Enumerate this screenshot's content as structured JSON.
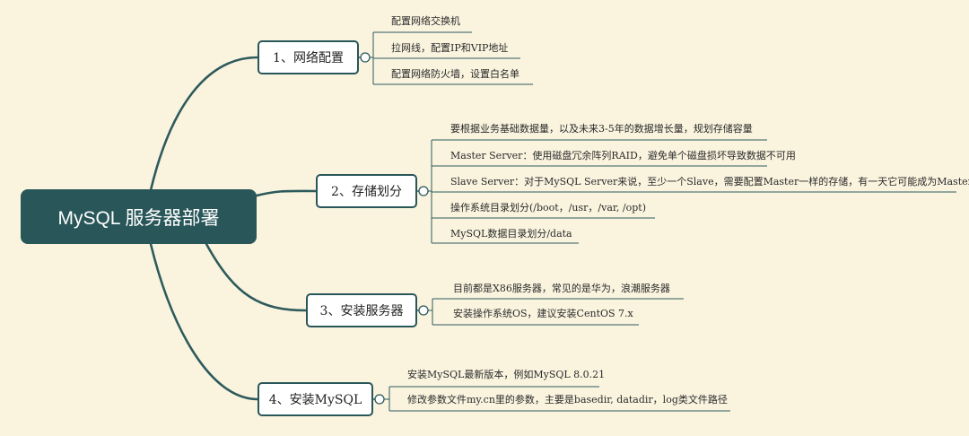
{
  "root": {
    "label": "MySQL 服务器部署"
  },
  "branches": [
    {
      "label": "1、网络配置",
      "items": [
        "配置网络交换机",
        "拉网线，配置IP和VIP地址",
        "配置网络防火墙，设置白名单"
      ]
    },
    {
      "label": "2、存储划分",
      "items": [
        "要根据业务基础数据量，以及未来3-5年的数据增长量，规划存储容量",
        "Master Server：使用磁盘冗余阵列RAID，避免单个磁盘损坏导致数据不可用",
        "Slave Server：对于MySQL Server来说，至少一个Slave，需要配置Master一样的存储，有一天它可能成为Master",
        "操作系统目录划分(/boot，/usr，/var, /opt)",
        "MySQL数据目录划分/data"
      ]
    },
    {
      "label": "3、安装服务器",
      "items": [
        "目前都是X86服务器，常见的是华为，浪潮服务器",
        "安装操作系统OS，建议安装CentOS 7.x"
      ]
    },
    {
      "label": "4、安装MySQL",
      "items": [
        "安装MySQL最新版本，例如MySQL 8.0.21",
        "修改参数文件my.cn里的参数，主要是basedir, datadir，log类文件路径"
      ]
    }
  ],
  "colors": {
    "background": "#faf4df",
    "accent": "#295659",
    "line": "#4a7a7a"
  }
}
